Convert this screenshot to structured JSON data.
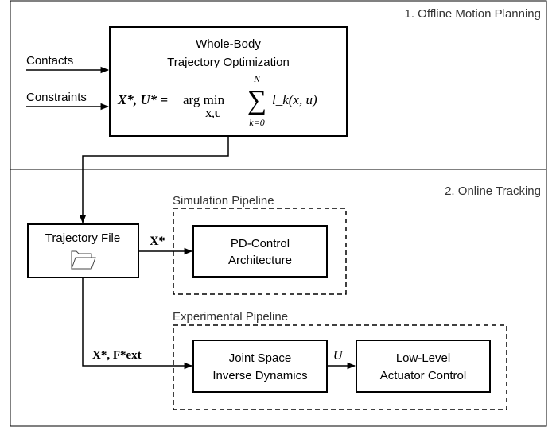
{
  "sections": {
    "offline_title": "1. Offline Motion Planning",
    "online_title": "2. Online Tracking"
  },
  "inputs": {
    "contacts": "Contacts",
    "constraints": "Constraints"
  },
  "optimization": {
    "title_line1": "Whole-Body",
    "title_line2": "Trajectory Optimization",
    "eq_lhs": "X*, U* =",
    "eq_op": "arg min",
    "eq_sub": "X,U",
    "eq_sum_upper": "N",
    "eq_sum_lower": "k=0",
    "eq_term": "l_k(x, u)"
  },
  "trajectory_file": {
    "label": "Trajectory File",
    "icon": "folder-icon"
  },
  "simulation": {
    "pipeline_label": "Simulation Pipeline",
    "block_line1": "PD-Control",
    "block_line2": "Architecture",
    "edge_label": "X*"
  },
  "experimental": {
    "pipeline_label": "Experimental Pipeline",
    "id_line1": "Joint Space",
    "id_line2": "Inverse Dynamics",
    "ll_line1": "Low-Level",
    "ll_line2": "Actuator Control",
    "edge_label_in": "X*, F*ext",
    "edge_label_u": "U"
  }
}
